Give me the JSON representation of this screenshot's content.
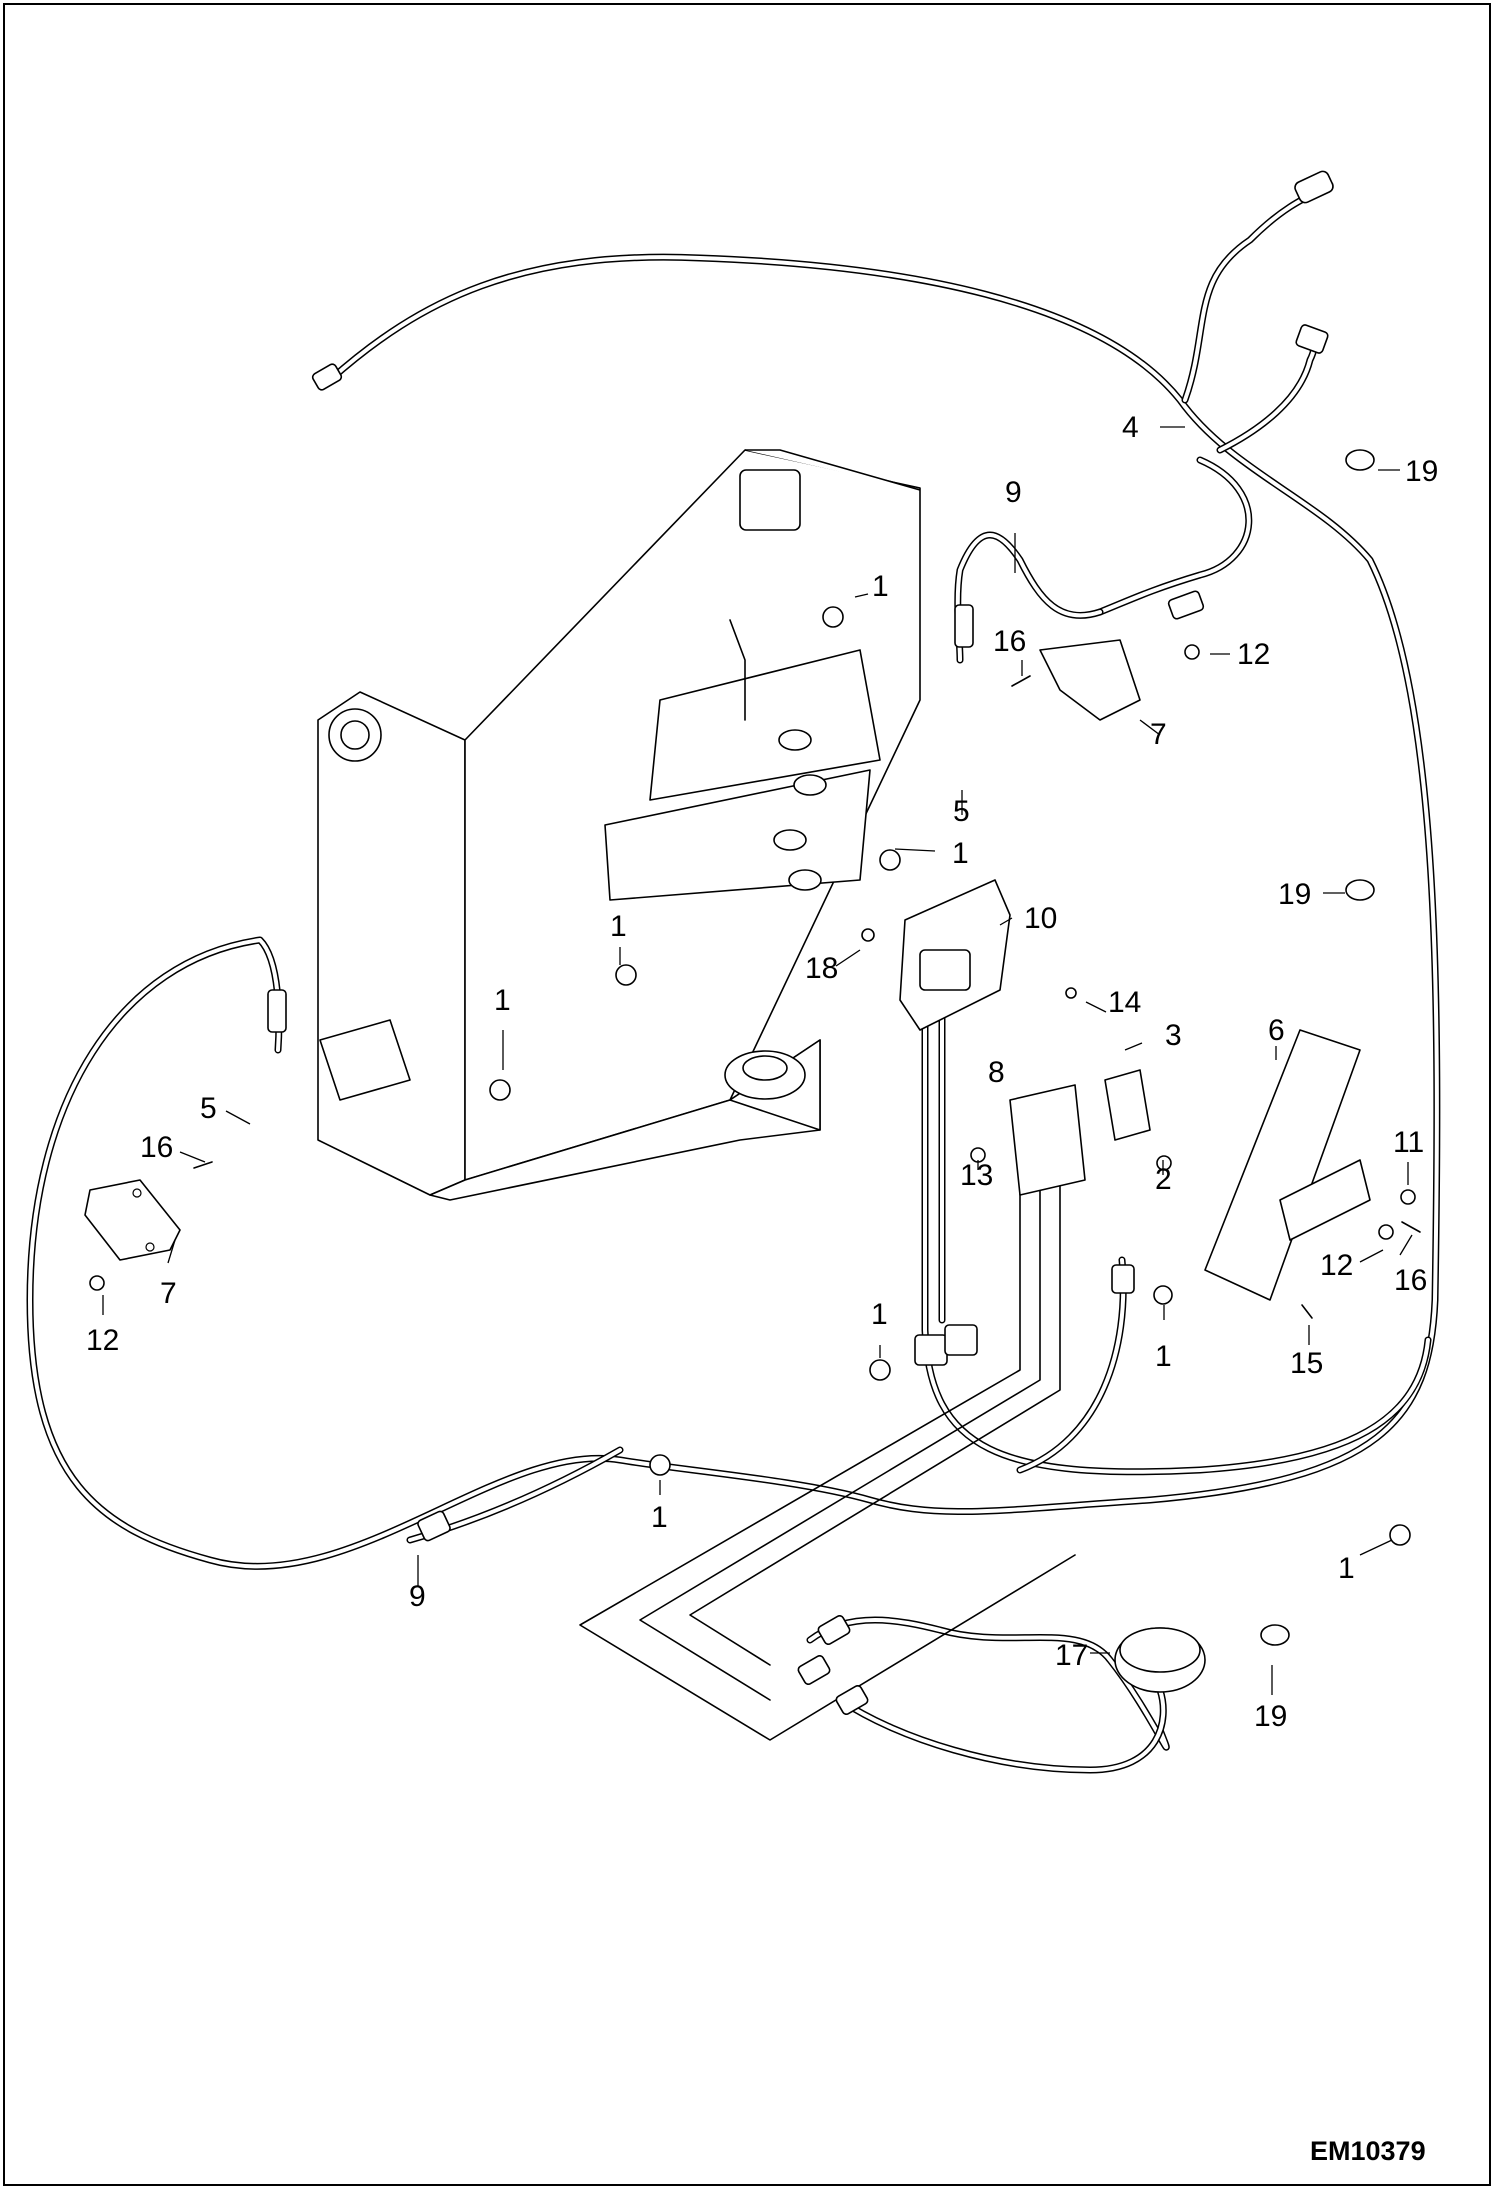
{
  "drawing_code": "EM10379",
  "callouts": {
    "c1a": "1",
    "c1b": "1",
    "c1c": "1",
    "c1d": "1",
    "c1e": "1",
    "c1f": "1",
    "c1g": "1",
    "c1h": "1",
    "c2": "2",
    "c3": "3",
    "c4": "4",
    "c5a": "5",
    "c5b": "5",
    "c6": "6",
    "c7a": "7",
    "c7b": "7",
    "c8": "8",
    "c9a": "9",
    "c9b": "9",
    "c10": "10",
    "c11": "11",
    "c12a": "12",
    "c12b": "12",
    "c12c": "12",
    "c13": "13",
    "c14": "14",
    "c15": "15",
    "c16a": "16",
    "c16b": "16",
    "c16c": "16",
    "c17": "17",
    "c18": "18",
    "c19a": "19",
    "c19b": "19",
    "c19c": "19"
  }
}
